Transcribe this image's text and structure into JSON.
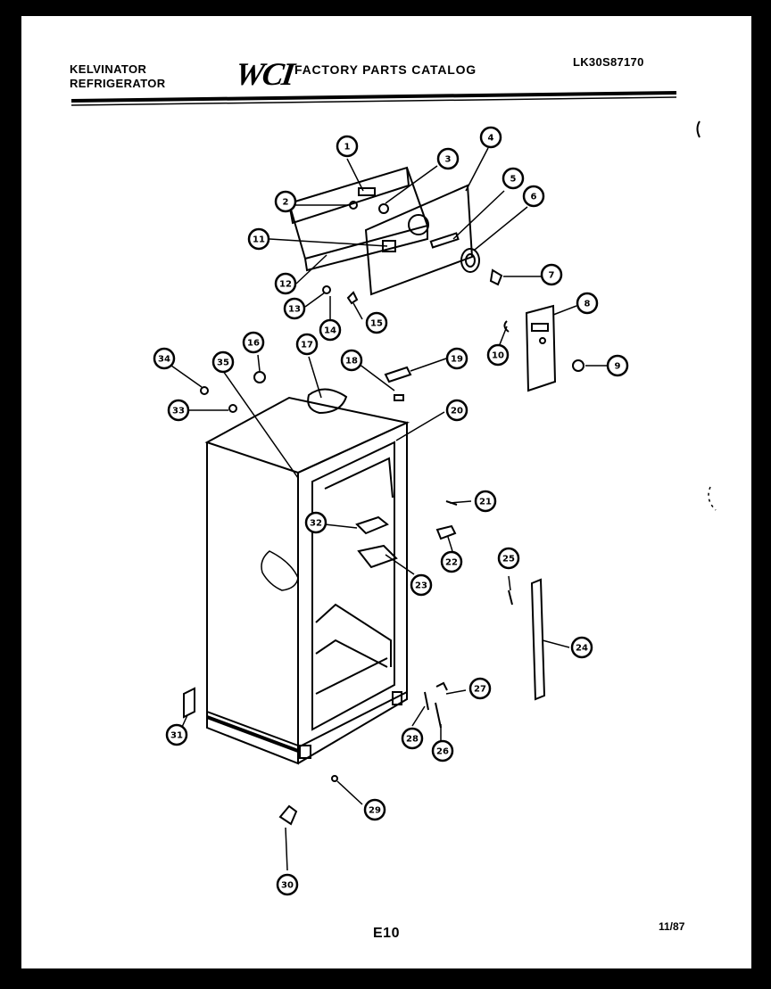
{
  "header": {
    "brand_line1": "KELVINATOR",
    "brand_line2": "REFRIGERATOR",
    "logo": "WCI",
    "catalog_title": "FACTORY PARTS CATALOG",
    "model_number": "LK30S87170"
  },
  "footer": {
    "page_code": "E10",
    "date": "11/87"
  },
  "callouts": [
    "1",
    "2",
    "3",
    "4",
    "5",
    "6",
    "7",
    "8",
    "9",
    "10",
    "11",
    "12",
    "13",
    "14",
    "15",
    "16",
    "17",
    "18",
    "19",
    "20",
    "21",
    "22",
    "23",
    "24",
    "25",
    "26",
    "27",
    "28",
    "29",
    "30",
    "31",
    "32",
    "33",
    "34",
    "35"
  ]
}
